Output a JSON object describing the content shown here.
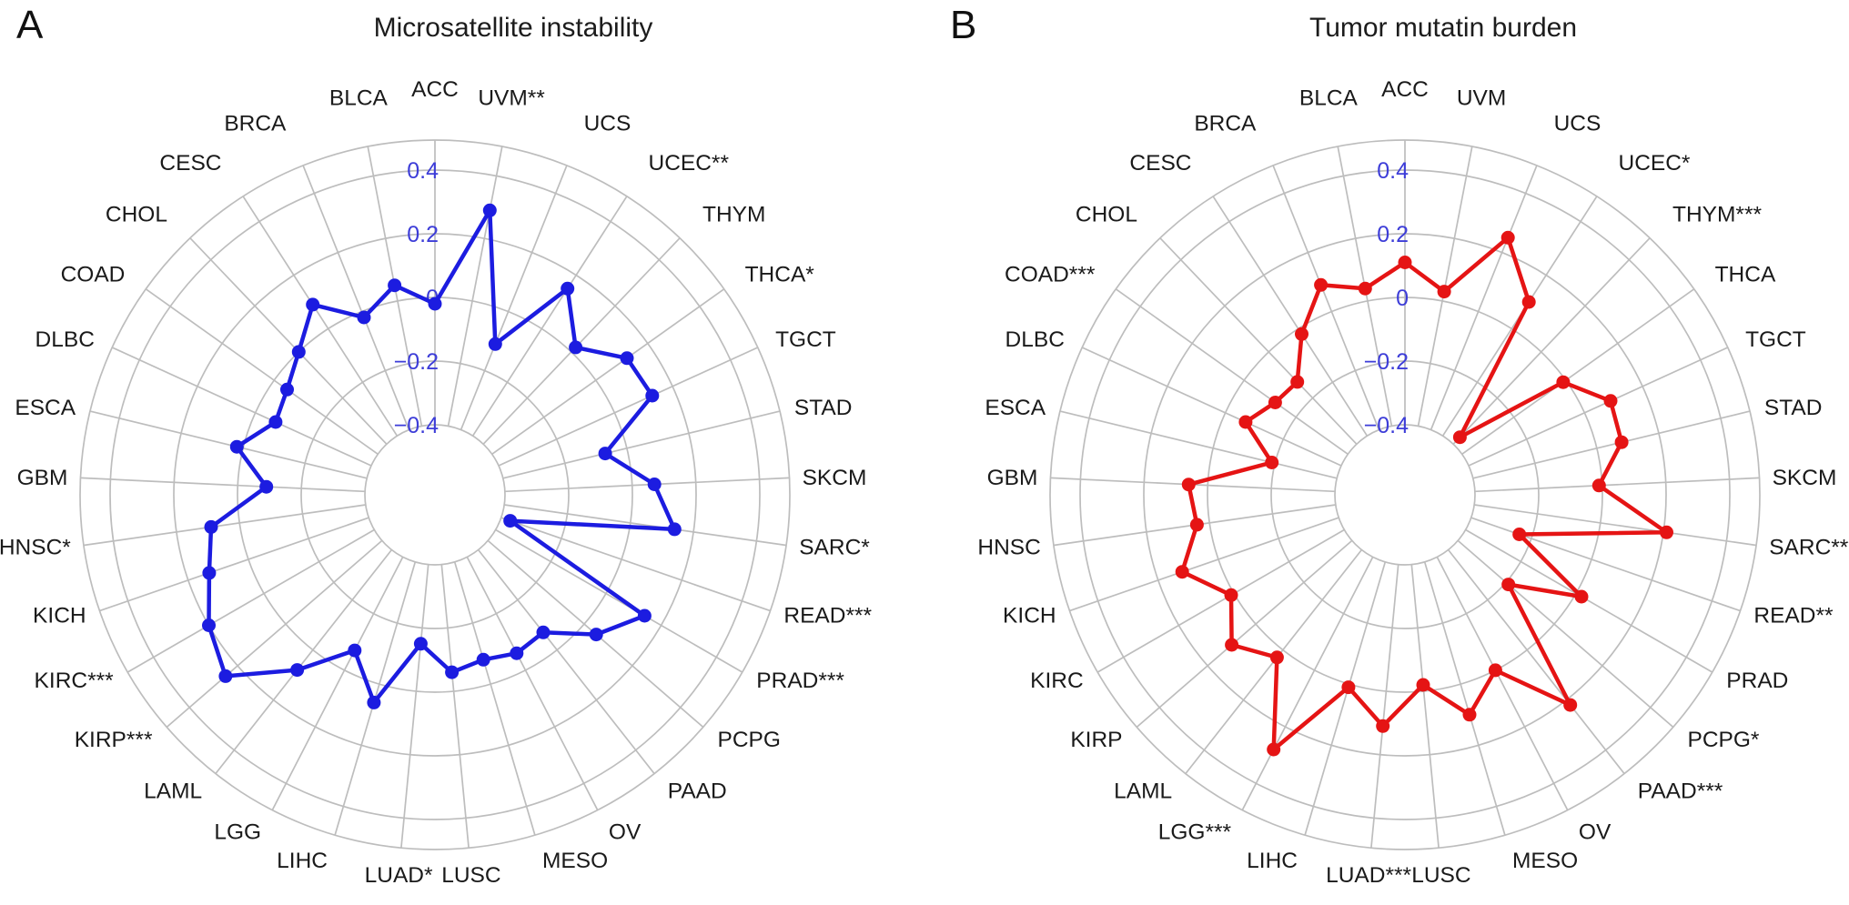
{
  "figure": {
    "background": "#ffffff",
    "style": {
      "grid_color": "#bdbdbd",
      "tick_label_color": "#3d3dd8",
      "category_label_color": "#1a1a1a",
      "title_color": "#1c1c1c"
    }
  },
  "chart_data": [
    {
      "type": "radar",
      "panel_letter": "A",
      "title": "Microsatellite instability",
      "color": "#1c1ce0",
      "rlim": [
        -0.5,
        0.5
      ],
      "grid": "on",
      "legend": "none",
      "ring_values": [
        0.4,
        0.2,
        0,
        -0.2,
        -0.4
      ],
      "tick_labels": [
        "0.4",
        "0.2",
        "0",
        "−0.2",
        "−0.4"
      ],
      "categories": [
        "ACC",
        "UVM**",
        "UCS",
        "UCEC**",
        "THYM",
        "THCA*",
        "TGCT",
        "STAD",
        "SKCM",
        "SARC*",
        "READ***",
        "PRAD***",
        "PCPG",
        "PAAD",
        "OV",
        "MESO",
        "LUSC",
        "LUAD*",
        "LIHC",
        "LGG",
        "LAML",
        "KIRP***",
        "KIRC***",
        "KICH",
        "HNSC*",
        "GBM",
        "ESCA",
        "DLBC",
        "COAD",
        "CHOL",
        "CESC",
        "BRCA",
        "BLCA"
      ],
      "values": [
        -0.02,
        0.29,
        -0.11,
        0.15,
        0.02,
        0.12,
        0.13,
        -0.07,
        0.07,
        0.14,
        -0.37,
        0.14,
        0.05,
        -0.07,
        -0.06,
        -0.08,
        -0.06,
        -0.15,
        0.06,
        -0.07,
        0.08,
        0.25,
        0.2,
        0.13,
        0.09,
        -0.09,
        0.02,
        -0.07,
        -0.05,
        0.0,
        0.09,
        -0.02,
        0.05
      ]
    },
    {
      "type": "radar",
      "panel_letter": "B",
      "title": "Tumor mutatin burden",
      "color": "#e51414",
      "rlim": [
        -0.5,
        0.5
      ],
      "grid": "on",
      "legend": "none",
      "ring_values": [
        0.4,
        0.2,
        0,
        -0.2,
        -0.4
      ],
      "tick_labels": [
        "0.4",
        "0.2",
        "0",
        "−0.2",
        "−0.4"
      ],
      "categories": [
        "ACC",
        "UVM",
        "UCS",
        "UCEC*",
        "THYM***",
        "THCA",
        "TGCT",
        "STAD",
        "SKCM",
        "SARC***",
        "READ**",
        "PRAD",
        "PCPG*",
        "PAAD***",
        "OV",
        "MESO",
        "LUSC",
        "LUAD***",
        "LIHC",
        "LGG***",
        "LAML",
        "KIRP",
        "KIRC",
        "KICH",
        "HNSC",
        "GBM",
        "ESCA",
        "DLBC",
        "COAD***",
        "CHOL",
        "CESC",
        "BRCA",
        "BLCA"
      ],
      "values": [
        0.11,
        0.03,
        0.25,
        0.1,
        -0.37,
        -0.01,
        0.09,
        0.08,
        -0.01,
        0.21,
        -0.24,
        0.02,
        -0.19,
        0.22,
        0.0,
        0.1,
        -0.02,
        0.11,
        0.01,
        0.28,
        0.03,
        0.1,
        0.01,
        0.12,
        0.04,
        0.06,
        -0.19,
        -0.07,
        -0.12,
        -0.13,
        -0.02,
        0.09,
        0.04
      ]
    }
  ]
}
